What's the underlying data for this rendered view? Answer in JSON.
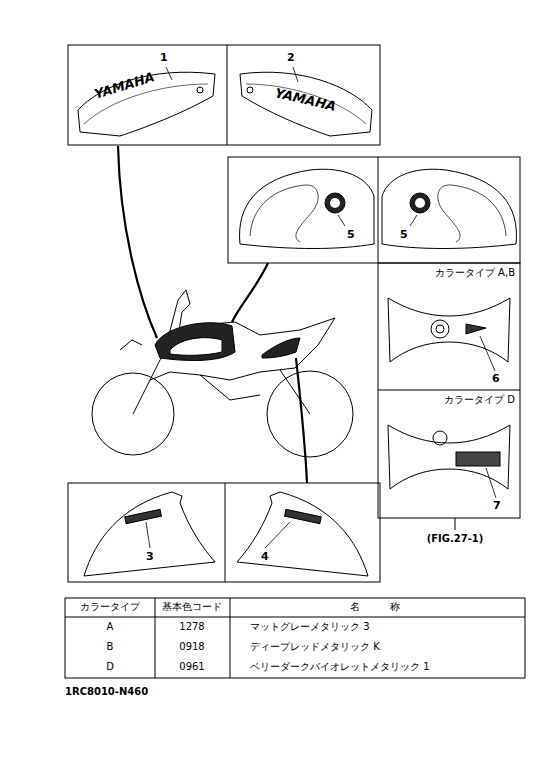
{
  "diagram": {
    "nodes": [
      {
        "text": [
          "カラータイプ A,B"
        ]
      },
      {
        "text": [
          "カラータイプ D"
        ]
      }
    ],
    "labels": [
      "YAMAHA",
      "1",
      "YAMAHA",
      "2",
      "5",
      "5",
      "6",
      "7",
      "3",
      "4",
      "(FIG.27-1)",
      "カラータイプ",
      "基本色コード",
      "名　　　称",
      "A",
      "1278",
      "マットグレーメタリック 3",
      "B",
      "0918",
      "ディープレッドメタリック K",
      "D",
      "0961",
      "ベリーダークバイオレットメタリック 1",
      "1RC8010-N460"
    ]
  }
}
